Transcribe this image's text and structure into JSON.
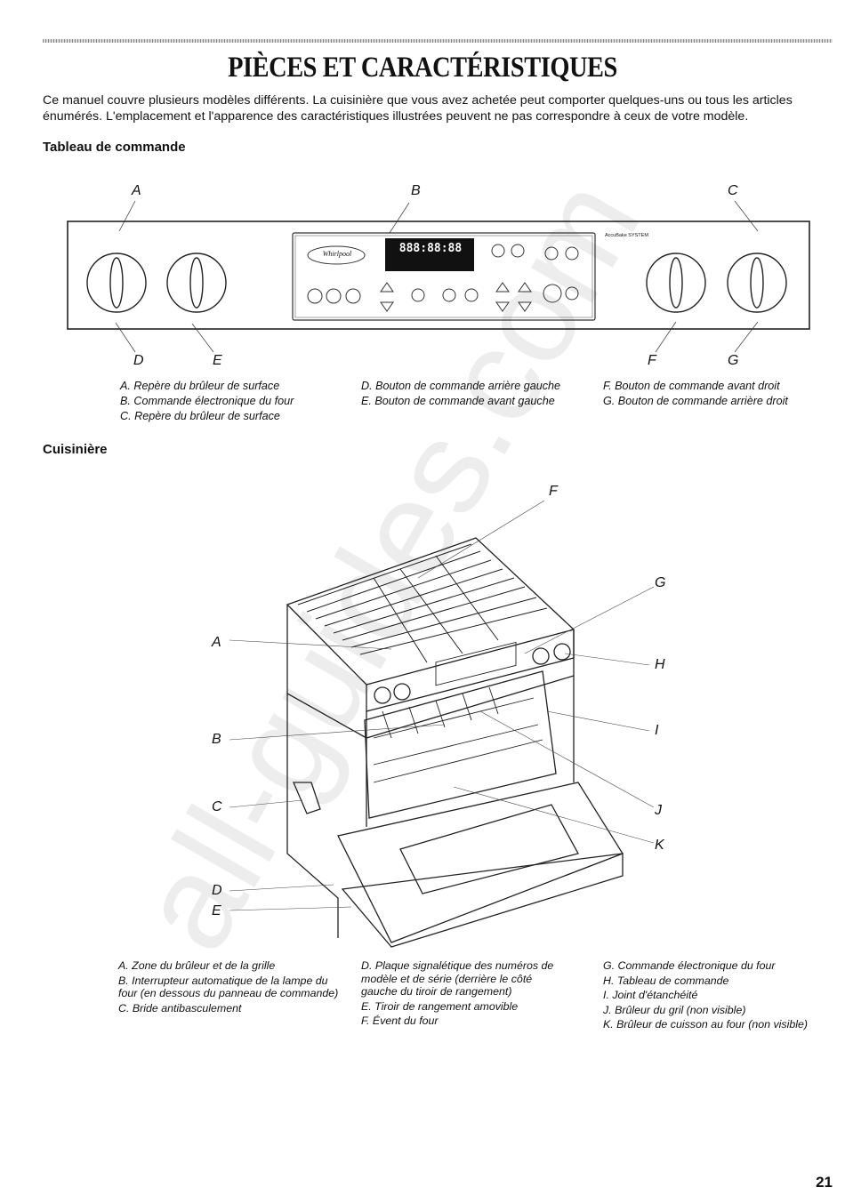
{
  "title": "PIÈCES ET CARACTÉRISTIQUES",
  "intro": [
    "Ce manuel couvre plusieurs modèles différents. La cuisinière que vous avez achetée peut comporter quelques-uns ou tous les articles",
    "énumérés. L'emplacement et l'apparence des caractéristiques illustrées peuvent ne pas correspondre à ceux de votre modèle."
  ],
  "panel": {
    "heading": "Tableau de commande",
    "labels": {
      "A": "A",
      "B": "B",
      "C": "C",
      "D": "D",
      "E": "E",
      "F": "F",
      "G": "G"
    },
    "display": {
      "digits": "888:88:88",
      "brand": "Whirlpool",
      "system": "AccuBake SYSTEM"
    },
    "captions": {
      "col1": [
        "A. Repère du brûleur de surface",
        "B. Commande électronique du four",
        "C. Repère du brûleur de surface"
      ],
      "col2": [
        "D. Bouton de commande arrière gauche",
        "E. Bouton de commande avant gauche"
      ],
      "col3": [
        "F. Bouton de commande avant droit",
        "G. Bouton de commande arrière droit"
      ]
    }
  },
  "range": {
    "heading": "Cuisinière",
    "labels": {
      "A": "A",
      "B": "B",
      "C": "C",
      "D": "D",
      "E": "E",
      "F": "F",
      "G": "G",
      "H": "H",
      "I": "I",
      "J": "J",
      "K": "K"
    },
    "captions": {
      "col1": [
        "A. Zone du brûleur et de la grille",
        "B. Interrupteur automatique de la lampe du four (en dessous du panneau de commande)",
        "C. Bride antibasculement"
      ],
      "col2": [
        "D. Plaque signalétique des numéros de modèle et de série (derrière le côté gauche du tiroir de rangement)",
        "E. Tiroir de rangement amovible",
        "F. Évent du four"
      ],
      "col3": [
        "G. Commande électronique du four",
        "H. Tableau de commande",
        "I. Joint d'étanchéité",
        "J. Brûleur du gril (non visible)",
        "K. Brûleur de cuisson au four (non visible)"
      ]
    }
  },
  "watermark": "all-guides.com",
  "page_number": "21"
}
